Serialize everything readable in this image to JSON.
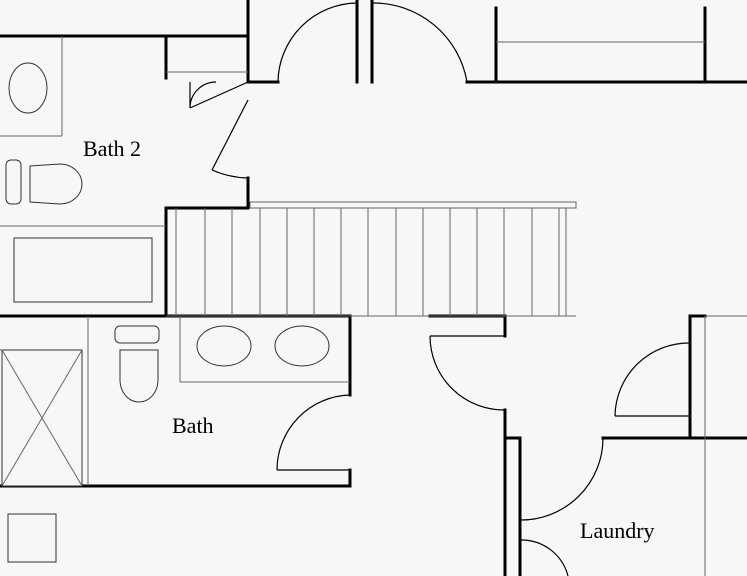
{
  "rooms": {
    "bath2": "Bath 2",
    "bath": "Bath",
    "laundry": "Laundry"
  }
}
